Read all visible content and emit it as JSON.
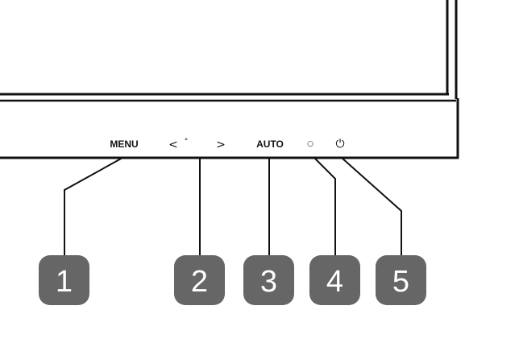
{
  "monitor": {
    "buttons": {
      "menu": "MENU",
      "left": "<",
      "left_indicator": "°",
      "right": ">",
      "auto": "AUTO",
      "led": "○",
      "power": "⏻"
    }
  },
  "callouts": [
    "1",
    "2",
    "3",
    "4",
    "5"
  ],
  "colors": {
    "line": "#111111",
    "badge": "#666666",
    "badge_text": "#ffffff"
  }
}
